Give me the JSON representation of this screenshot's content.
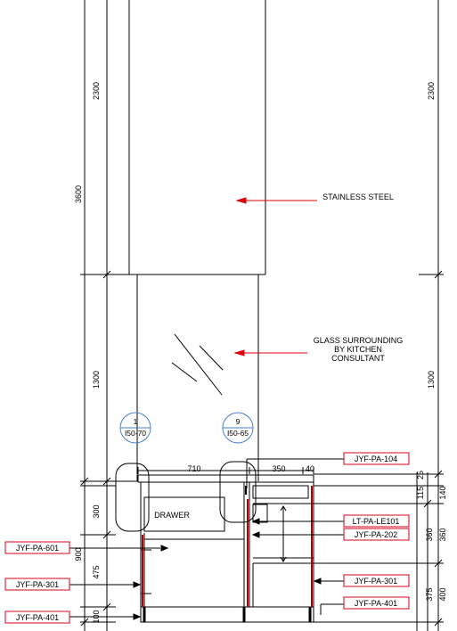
{
  "dimensions_left": {
    "d2300": "2300",
    "d3600": "3600",
    "d1300": "1300",
    "d900": "900",
    "d300": "300",
    "d475": "475",
    "d100": "100"
  },
  "dimensions_right": {
    "d2300": "2300",
    "d1300": "1300",
    "d25": "25",
    "d115": "115",
    "d140": "140",
    "d360a": "360",
    "d360b": "360",
    "d375": "375",
    "d400": "400"
  },
  "dimensions_top": {
    "d710": "710",
    "d350": "350",
    "d40": "40"
  },
  "notes": {
    "stainless": "STAINLESS STEEL",
    "glass_line1": "GLASS SURROUNDING",
    "glass_line2": "BY KITCHEN",
    "glass_line3": "CONSULTANT",
    "drawer": "DRAWER"
  },
  "callouts": [
    {
      "num": "1",
      "ref": "I50-70"
    },
    {
      "num": "9",
      "ref": "I50-65"
    }
  ],
  "tags": {
    "pa104": "JYF-PA-104",
    "le101": "LT-PA-LE101",
    "pa202": "JYF-PA-202",
    "pa301_right": "JYF-PA-301",
    "pa401_right": "JYF-PA-401",
    "pa601_left": "JYF-PA-601",
    "pa301_left": "JYF-PA-301",
    "pa401_left": "JYF-PA-401"
  },
  "colors": {
    "line": "#000000",
    "leader": "#e0000a",
    "tag_border": "#d9001b",
    "callout_circle": "#4a7cc8"
  }
}
